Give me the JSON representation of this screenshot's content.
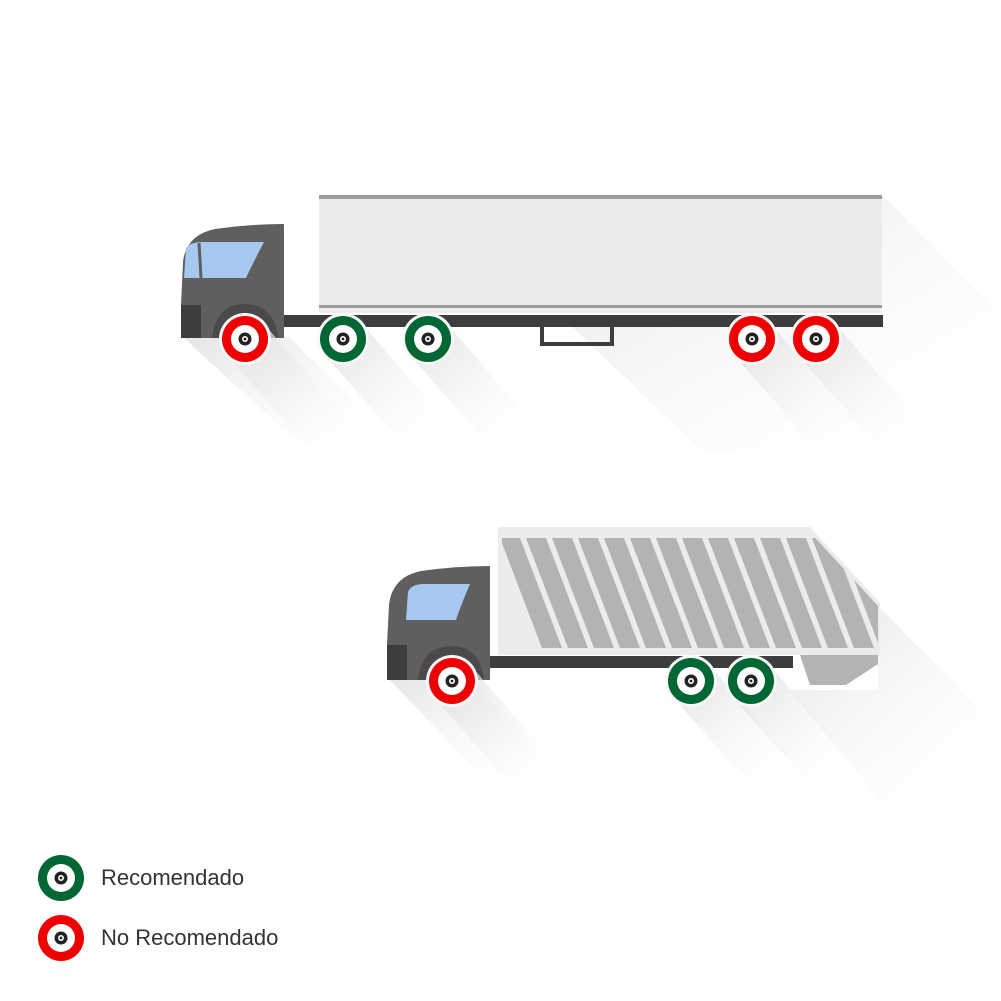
{
  "colors": {
    "recommended": "#006633",
    "not_recommended": "#ee0000",
    "cab": "#5f5f5f",
    "cab_dark": "#4a4a4a",
    "window": "#a7c9ef",
    "trailer": "#ececec",
    "slat": "#b3b3b3",
    "chassis": "#3d3d3d",
    "shadow": "#eeeeee"
  },
  "vehicles": [
    {
      "id": "trailer-truck",
      "wheels": [
        {
          "status": "not_recommended"
        },
        {
          "status": "recommended"
        },
        {
          "status": "recommended"
        },
        {
          "status": "not_recommended"
        },
        {
          "status": "not_recommended"
        }
      ]
    },
    {
      "id": "container-truck",
      "wheels": [
        {
          "status": "not_recommended"
        },
        {
          "status": "recommended"
        },
        {
          "status": "recommended"
        }
      ]
    }
  ],
  "legend": [
    {
      "status": "recommended",
      "label": "Recomendado",
      "icon": "green-wheel-icon"
    },
    {
      "status": "not_recommended",
      "label": "No Recomendado",
      "icon": "red-wheel-icon"
    }
  ]
}
